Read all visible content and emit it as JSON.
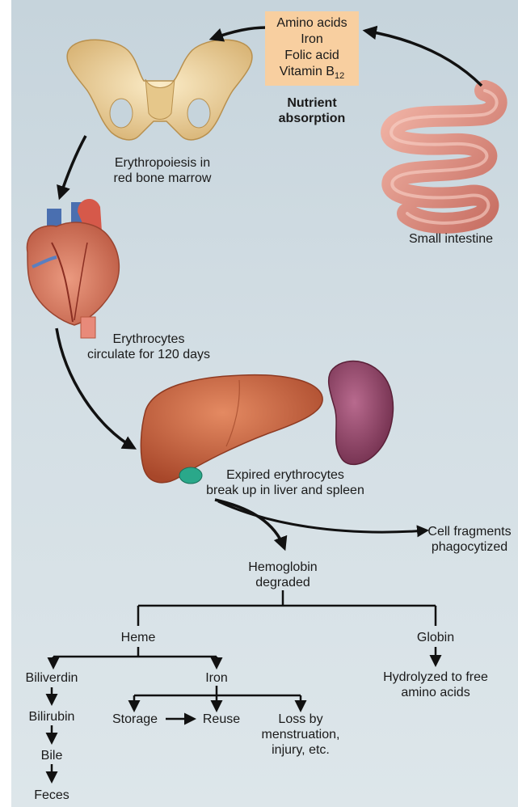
{
  "nutrients": {
    "items": [
      "Amino acids",
      "Iron",
      "Folic acid",
      "Vitamin B"
    ],
    "vitamin_subscript": "12",
    "caption_line1": "Nutrient",
    "caption_line2": "absorption"
  },
  "labels": {
    "small_intestine": "Small intestine",
    "erythropoiesis_1": "Erythropoiesis in",
    "erythropoiesis_2": "red bone marrow",
    "circulate_1": "Erythrocytes",
    "circulate_2": "circulate for 120 days",
    "expired_1": "Expired erythrocytes",
    "expired_2": "break up in liver and spleen",
    "fragments_1": "Cell fragments",
    "fragments_2": "phagocytized",
    "hemoglobin_1": "Hemoglobin",
    "hemoglobin_2": "degraded",
    "heme": "Heme",
    "globin": "Globin",
    "hydrolyzed_1": "Hydrolyzed to free",
    "hydrolyzed_2": "amino acids",
    "biliverdin": "Biliverdin",
    "bilirubin": "Bilirubin",
    "bile": "Bile",
    "feces": "Feces",
    "iron": "Iron",
    "storage": "Storage",
    "reuse": "Reuse",
    "loss_1": "Loss by",
    "loss_2": "menstruation,",
    "loss_3": "injury, etc."
  },
  "colors": {
    "nutrient_box": "#f8cfa0",
    "bone": "#f1d7a0",
    "heart": "#d9775e",
    "liver": "#c8603c",
    "spleen": "#9a4a6a",
    "intestine": "#e09a8c",
    "gallbladder": "#2aa88a"
  }
}
